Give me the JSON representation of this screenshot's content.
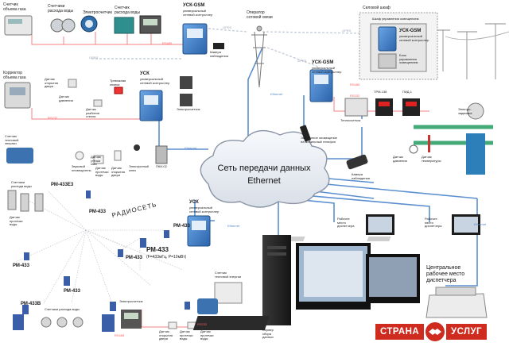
{
  "diagram": {
    "center_title": "Сеть передачи данных",
    "center_subtitle": "Ethernet",
    "labels": {
      "gas_meter": "Счетчик\nобъема газа",
      "water_meters_top": "Счетчики\nрасхода воды",
      "electric_meter_top": "Электросчетчик",
      "water_meter_top2": "Счетчик\nрасхода воды",
      "usk_gsm_top": "УСК-GSM",
      "usk_gsm_top_desc": "универсальный\nсетевой контроллер",
      "rs485_a": "RS485",
      "camera_top": "Камера\nнаблюдения",
      "gprs_a": "GPRS",
      "gprs_b": "GPRS",
      "gprs_c": "GPRS",
      "gprs_d": "GPRS",
      "mobile_operator": "Оператор\nсотовой связи",
      "power_cabinet": "Силовой шкаф",
      "light_cabinet": "Шкаф управления освещением",
      "usk_gsm_right": "УСК-GSM",
      "usk_gsm_right_desc": "универсальный\nсетевой контроллер",
      "light_block": "Блок\nуправления\nосвещением",
      "gas_corrector": "Корректор\nобъема газа",
      "door_sensor_a": "Датчик\nоткрытия\nдвери",
      "pressure_sensor_a": "Датчик\nдавления",
      "leak_sensor": "Датчик\nразбития\nстекла",
      "alarm_button": "Тревожная\nкнопка",
      "usk_mid": "УСК",
      "usk_mid_desc": "универсальный\nсетевой контроллер",
      "electric_meter_mid": "Электросчетчик",
      "rs232_a": "RS232",
      "heat_meter": "Счетчик\nтепловой\nэнергии",
      "siren": "Звуковой\nоповещатель",
      "leak_sensor_b": "Датчик\nпротечки\nводы",
      "door_sensor_b": "Датчик\nоткрытия\nдвери",
      "smoke_sensor": "Датчик\nутечки\nгаза",
      "electronic_key": "Электронный\nключ",
      "pki_02": "ПКИ-02",
      "usk_gsm_mid": "УСК-GSM",
      "usk_gsm_mid_desc": "универсальный\nсетевой контроллер",
      "rs485_b": "RS485",
      "rs232_b": "RS232",
      "trm_138": "ТРМ-138",
      "pid_1": "ПИД-1",
      "heat_counter": "Теплосчетчик",
      "emergency": "Экстренное оповещение\nна мобильный телефон",
      "electrovalve": "Электро-\nзадвижка",
      "pressure_sensor_b": "Датчик\nдавления",
      "temp_sensor": "Датчик\nтемпературы",
      "camera_mid": "Камера\nнаблюдения",
      "ethernet_a": "Ethernet",
      "ethernet_b": "Ethernet",
      "ethernet_c": "Ethernet",
      "ethernet_d": "Ethernet",
      "water_meters_left": "Счетчики\nрасхода воды",
      "pm433e3": "РМ-433Е3",
      "pm433_a": "РМ-433",
      "leak_sensor_c": "Датчик\nпротечки\nводы",
      "radio_net": "РАДИОСЕТЬ",
      "usk_low": "УСК",
      "usk_low_desc": "универсальный\nсетевой контроллер",
      "pm433_b": "РМ-433",
      "pm433_main": "РМ-433",
      "pm433_main_desc": "(F=433мГц, P=10мВт)",
      "pm433_c": "РМ-433",
      "pm433_d": "РМ-433",
      "pm433_e": "РМ-433",
      "pm433b": "РМ-433В",
      "water_meters_bottom": "Счетчики расхода воды",
      "electric_meter_bottom": "Электросчетчик",
      "heat_meter_bottom": "Счетчик\nтепловой энергии",
      "rs485_c": "RS485",
      "rs232_c": "RS232",
      "door_sensor_c": "Датчик\nоткрытия\nдвери",
      "leak_sensor_d": "Датчик\nпротечки\nводы",
      "smoke_sensor_b": "Датчик\nпротечки\nводы",
      "dispatcher_ws_a": "Рабочее\nместо\nдиспетчера",
      "dispatcher_ws_b": "Рабочее\nместо\nдиспетчера",
      "central_ws": "Центральное\nрабочее место\nдиспетчера",
      "data_server": "Сервер\nсбора\nданных"
    }
  },
  "brand": {
    "left": "СТРАНА",
    "right": "УСЛУГ"
  },
  "colors": {
    "ethernet_line": "#5b8fd0",
    "gprs_line": "#c7cfdb",
    "rs_line": "#f08080",
    "device_blue": "#3f7fc9",
    "brand_red": "#cf2b1e"
  }
}
